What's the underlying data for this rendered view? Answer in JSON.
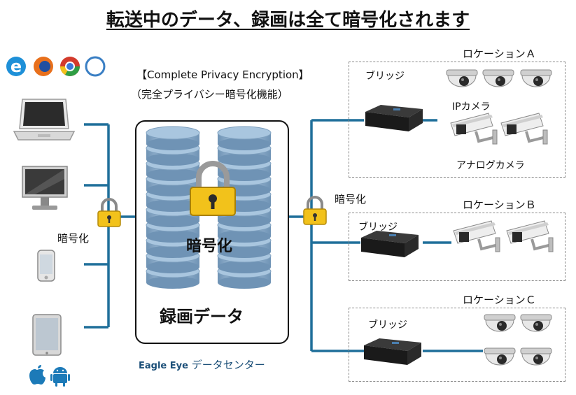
{
  "title": "転送中のデータ、録画は全て暗号化されます",
  "privacy": {
    "en": "【Complete Privacy Encryption】",
    "jp": "（完全プライバシー暗号化機能）"
  },
  "left": {
    "encrypt_label": "暗号化",
    "browser_icons": [
      "ie-icon",
      "firefox-icon",
      "chrome-icon",
      "safari-icon"
    ],
    "devices": [
      "laptop",
      "monitor",
      "phone",
      "tablet"
    ],
    "os_icons": [
      "apple-icon",
      "android-icon"
    ]
  },
  "center": {
    "encrypt_label": "暗号化",
    "data_label": "録画データ",
    "brand": "Eagle Eye",
    "dc_label": "データセンター"
  },
  "right": {
    "encrypt_label": "暗号化",
    "locations": [
      {
        "name": "ロケーションＡ",
        "bridge": "ブリッジ",
        "ip_label": "IPカメラ",
        "analog_label": "アナログカメラ"
      },
      {
        "name": "ロケーションＢ",
        "bridge": "ブリッジ"
      },
      {
        "name": "ロケーションＣ",
        "bridge": "ブリッジ"
      }
    ]
  },
  "colors": {
    "line": "#1f6f9a",
    "disk": "#8fb3d2",
    "lock": "#f2c21b"
  }
}
